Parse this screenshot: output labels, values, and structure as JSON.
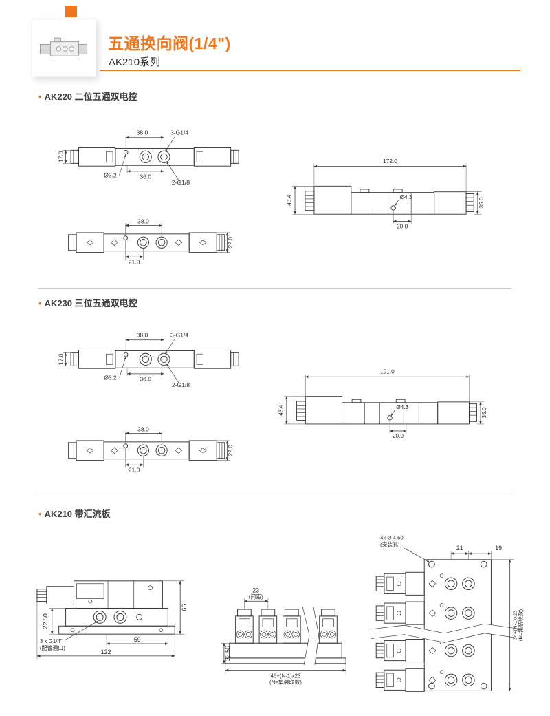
{
  "colors": {
    "accent": "#f0771d"
  },
  "header": {
    "title": "五通换向阀(1/4\")",
    "subtitle": "AK210系列"
  },
  "sections": {
    "ak220": {
      "bullet": "•",
      "label": "AK220 二位五通双电控"
    },
    "ak230": {
      "bullet": "•",
      "label": "AK230 三位五通双电控"
    },
    "ak210": {
      "bullet": "•",
      "label": "AK210 带汇流板"
    }
  },
  "ak220": {
    "front": {
      "w": "38.0",
      "ports_top": "3-G1/4",
      "h": "17.0",
      "hole": "Ø3.2",
      "w2": "36.0",
      "ports_bottom": "2-G1/8"
    },
    "side": {
      "len": "172.0",
      "h_left": "43.4",
      "h_right": "35.0",
      "hole": "Ø4.3",
      "hole_off": "20.0"
    },
    "bottom": {
      "w": "38.0",
      "w2": "21.0",
      "h": "22.0"
    }
  },
  "ak230": {
    "front": {
      "w": "38.0",
      "ports_top": "3-G1/4",
      "h": "17.0",
      "hole": "Ø3.2",
      "w2": "36.0",
      "ports_bottom": "2-G1/8"
    },
    "side": {
      "len": "191.0",
      "h_left": "43.4",
      "h_right": "35.0",
      "hole": "Ø4.3",
      "hole_off": "20.0"
    },
    "bottom": {
      "w": "38.0",
      "w2": "21.0",
      "h": "22.0"
    }
  },
  "ak210": {
    "side": {
      "h_total": "66",
      "h_base": "22.50",
      "w_base": "59",
      "w_total": "122",
      "port_label": "3 x G1/4\"",
      "port_note": "(配管通口)"
    },
    "front": {
      "pitch": "23",
      "pitch_note": "(间距)",
      "h_base": "22.50",
      "len_formula": "46+(N-1)x23",
      "len_note": "(N=集装联数)"
    },
    "top": {
      "holes": "4x Ø 4.50",
      "holes_note": "(安装孔)",
      "d21": "21",
      "d19": "19",
      "len_formula": "34+(N-1)x23",
      "len_note": "(N=集装联数)"
    }
  }
}
